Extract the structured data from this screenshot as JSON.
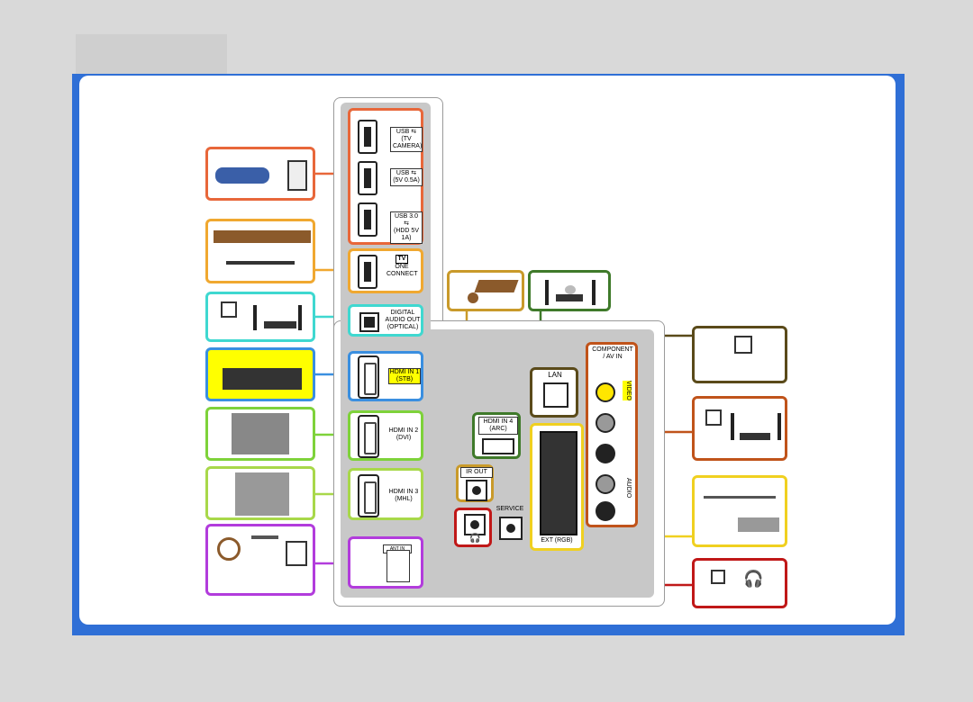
{
  "ports": {
    "usb1": {
      "label": "USB",
      "sub": "(TV CAMERA)"
    },
    "usb2": {
      "label": "USB",
      "sub": "(5V 0.5A)"
    },
    "usb3": {
      "label": "USB 3.0",
      "sub": "(HDD 5V 1A)"
    },
    "one_connect": {
      "tv": "TV",
      "label1": "ONE",
      "label2": "CONNECT"
    },
    "optical": {
      "l1": "DIGITAL",
      "l2": "AUDIO OUT",
      "l3": "(OPTICAL)"
    },
    "hdmi1": {
      "l1": "HDMI IN 1",
      "l2": "(STB)"
    },
    "hdmi2": {
      "l1": "HDMI IN 2",
      "l2": "(DVI)"
    },
    "hdmi3": {
      "l1": "HDMI IN 3",
      "l2": "(MHL)"
    },
    "ant": {
      "label": "ANT IN"
    },
    "hdmi4": {
      "l1": "HDMI IN 4",
      "l2": "(ARC)"
    },
    "lan": {
      "label": "LAN"
    },
    "ir_out": {
      "label": "IR OUT"
    },
    "service": {
      "label": "SERVICE"
    },
    "ext": {
      "label": "EXT (RGB)"
    },
    "component": {
      "l1": "COMPONENT",
      "l2": "/ AV IN",
      "video": "VIDEO",
      "audio": "AUDIO"
    }
  },
  "colors": {
    "usb": "#e8673a",
    "one_connect": "#f0a830",
    "optical": "#3fd8d0",
    "hdmi1": "#3a8fe0",
    "hdmi2": "#7ed23a",
    "hdmi3": "#a8d84a",
    "ant": "#b23cdc",
    "ir": "#c99a2a",
    "hdmi4": "#3f7a2a",
    "lan": "#5a4a1a",
    "component": "#c0531a",
    "ext": "#f0d020",
    "headphone": "#c01818",
    "highlight": "#ffff00"
  },
  "icons": {
    "usb_device": "usb-stick-icon",
    "one_connect": "one-connect-box-icon",
    "audio": "home-theater-icon",
    "stb": "set-top-box-icon",
    "antenna": "antenna-icon",
    "headphones": "headphones-icon"
  }
}
